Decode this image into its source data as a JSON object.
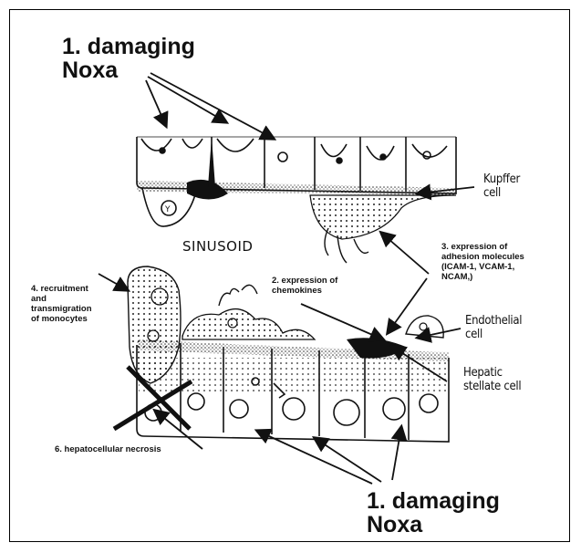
{
  "labels": {
    "damaging_noxa_top": "1. damaging\nNoxa",
    "kupffer_cell": "Kupffer\ncell",
    "sinusoid": "SINUSOID",
    "adhesion_molecules": "3. expression of\nadhesion molecules\n(ICAM-1, VCAM-1,\nNCAM,)",
    "recruitment": "4. recruitment\nand\ntransmigration\nof monocytes",
    "chemokines": "2. expression of\nchemokines",
    "endothelial_cell": "Endothelial\ncell",
    "hepatic_stellate_cell": "Hepatic\nstellate cell",
    "necrosis": "6. hepatocellular necrosis",
    "damaging_noxa_bottom": "1. damaging\nNoxa"
  },
  "colors": {
    "ink": "#111111",
    "background": "#ffffff"
  }
}
